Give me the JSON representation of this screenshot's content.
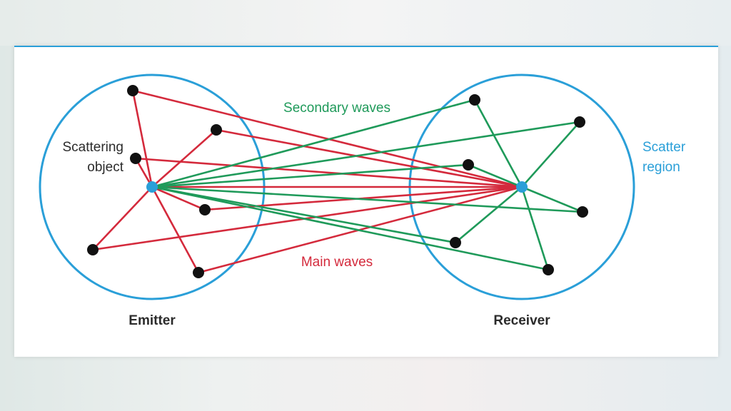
{
  "labels": {
    "secondary_waves": "Secondary waves",
    "main_waves": "Main waves",
    "scattering_object_line1": "Scattering",
    "scattering_object_line2": "object",
    "scatter_region_line1": "Scatter",
    "scatter_region_line2": "region",
    "emitter": "Emitter",
    "receiver": "Receiver"
  },
  "colors": {
    "main_waves": "#d42a3c",
    "secondary_waves": "#1f9a5a",
    "circle": "#2a9fd8",
    "node": "#111111",
    "center": "#2a9fd8",
    "label_text": "#2b2b2b"
  }
}
